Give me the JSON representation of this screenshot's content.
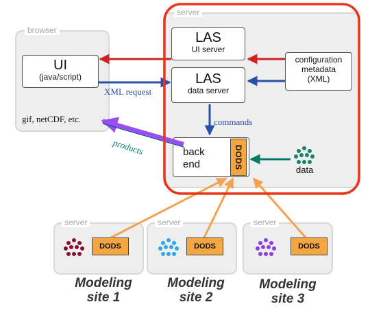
{
  "browser": {
    "title": "browser",
    "ui_title": "UI",
    "ui_sub": "(java/script)",
    "formats": "gif, netCDF, etc."
  },
  "server": {
    "title": "server",
    "las_ui": {
      "title": "LAS",
      "sub": "UI server"
    },
    "las_data": {
      "title": "LAS",
      "sub": "data server"
    },
    "config": {
      "line1": "configuration",
      "line2": "metadata",
      "line3": "(XML)"
    },
    "backend": {
      "line1": "back",
      "line2": "end"
    },
    "dods": "DODS",
    "data": "data"
  },
  "arrows": {
    "xml_request": "XML request",
    "commands": "commands",
    "products": "products"
  },
  "sites": [
    {
      "server_title": "server",
      "dods": "DODS",
      "label1": "Modeling",
      "label2": "site 1",
      "color": "#8a1030"
    },
    {
      "server_title": "server",
      "dods": "DODS",
      "label1": "Modeling",
      "label2": "site 2",
      "color": "#2aa8e8"
    },
    {
      "server_title": "server",
      "dods": "DODS",
      "label1": "Modeling",
      "label2": "site 3",
      "color": "#8c3fe0"
    }
  ],
  "colors": {
    "highlight": "#e8361a",
    "request_arrow": "#2a4fa8",
    "product_arrow": "#9a4ef0",
    "data_arrow": "#007a6a",
    "dods_link": "#f3a34f",
    "ui_arrow": "#cc2222"
  }
}
